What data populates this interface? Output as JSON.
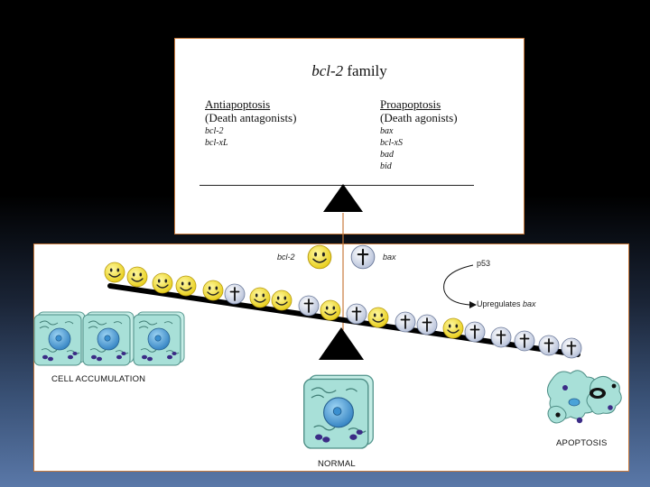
{
  "family": {
    "title_italic": "bcl-2",
    "title_rest": " family"
  },
  "antiapoptosis": {
    "heading": "Antiapoptosis",
    "subheading": "(Death antagonists)",
    "members": [
      "bcl-2",
      "bcl-xL"
    ]
  },
  "proapoptosis": {
    "heading": "Proapoptosis",
    "subheading": "(Death agonists)",
    "members": [
      "bax",
      "bcl-xS",
      "bad",
      "bid"
    ]
  },
  "legend": {
    "smiley_label": "bcl-2",
    "cross_label": "bax"
  },
  "pathway": {
    "p53": "p53",
    "upregulates_prefix": "Upregulates ",
    "upregulates_target": "bax"
  },
  "captions": {
    "cell_accumulation": "CELL ACCUMULATION",
    "normal": "NORMAL",
    "apoptosis": "APOPTOSIS"
  },
  "colors": {
    "border": "#c87a3c",
    "smiley": "#f3e23a",
    "cell_fill": "#a8e0d8",
    "nucleus": "#4aa3d8",
    "chromatin": "#3b2b86",
    "pivot_line": "#c87a3c"
  }
}
